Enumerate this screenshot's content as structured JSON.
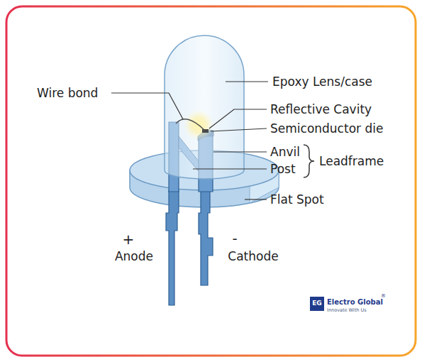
{
  "diagram": {
    "labels": [
      "Epoxy Lens/case",
      "Wire bond",
      "Reflective Cavity",
      "Semiconductor die",
      "Anvil",
      "Post",
      "Leadframe",
      "Flat Spot",
      "+",
      "Anode",
      "-",
      "Cathode",
      "EG",
      "Electro Global",
      "®",
      "Innovate With Us"
    ]
  }
}
